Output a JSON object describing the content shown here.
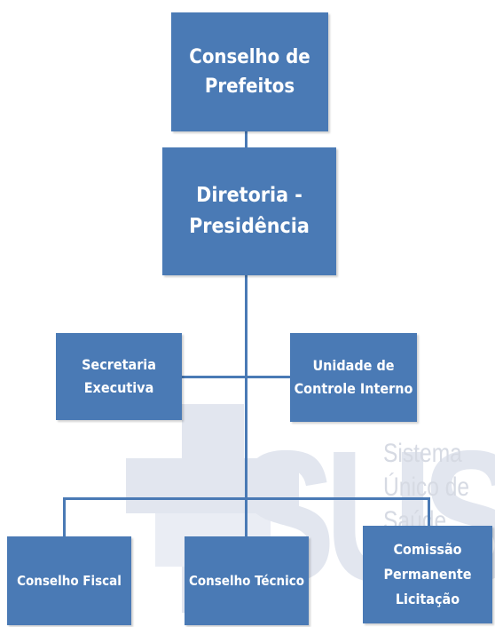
{
  "org_chart": {
    "top": "Conselho de Prefeitos",
    "board": "Diretoria - Presidência",
    "side_left": "Secretaria Executiva",
    "side_right": "Unidade de Controle Interno",
    "bottom": [
      "Conselho Fiscal",
      "Conselho Técnico",
      "Comissão Permanente Licitação"
    ]
  },
  "watermark": {
    "logo_text": "SUS",
    "tagline": [
      "Sistema",
      "Único de",
      "Saúde"
    ]
  },
  "colors": {
    "box_fill": "#4a7ab5",
    "box_text": "#ffffff",
    "connector": "#4a7ab5",
    "watermark": "#e2e6ef"
  }
}
